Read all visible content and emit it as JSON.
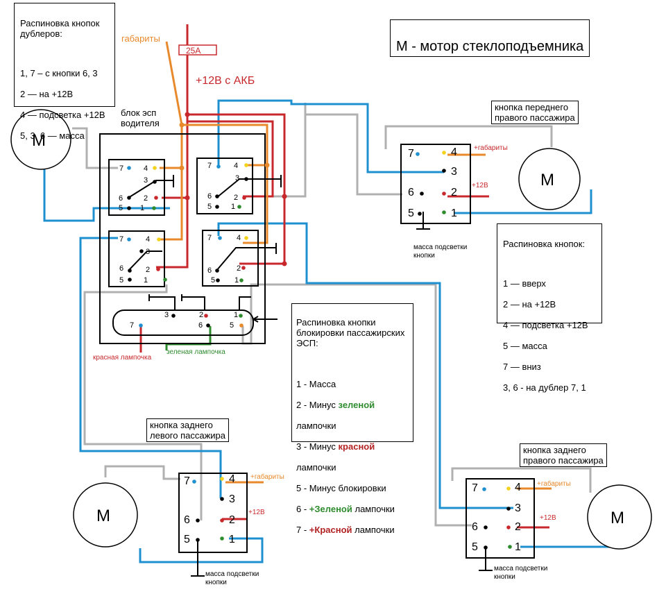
{
  "dubler_pinout": {
    "title": "Распиновка кнопок\nдублеров:",
    "lines": [
      "1, 7 – с кнопки 6, 3",
      "2 — на +12В",
      "4 — подсветка +12В",
      "5, 3, 6  — масса"
    ]
  },
  "title": "М - мотор стеклоподъемника",
  "fuse_label": "25А",
  "labels": {
    "gabarity": "габариты",
    "akb": "+12В с АКБ",
    "driver_block": "блок эсп\nводителя",
    "front_right": "кнопка переднего\nправого пассажира",
    "rear_left": "кнопка заднего\nлевого пассажира",
    "rear_right": "кнопка заднего\nправого пассажира",
    "plus_gabarity": "+габариты",
    "plus_12v": "+12В",
    "mass_backlight": "масса подсветки\nкнопки",
    "red_lamp": "красная лампочка",
    "green_lamp": "зеленая лампочка"
  },
  "motor_label": "М",
  "pin_numbers": [
    "1",
    "2",
    "3",
    "4",
    "5",
    "6",
    "7"
  ],
  "button_pinout": {
    "title": "Распиновка кнопок:",
    "lines": [
      "1 — вверх",
      "2 — на +12В",
      "4 — подсветка +12В",
      "5 — масса",
      "7 — вниз",
      "3, 6 -  на дублер 7, 1"
    ]
  },
  "lock_pinout": {
    "title": "Распиновка кнопки\nблокировки пассажирских\nЭСП:",
    "l1": "1 - Масса",
    "l2a": "2 - Минус ",
    "l2b": "зеленой",
    "l2c": "лампочки",
    "l3a": "3 - Минус ",
    "l3b": "красной",
    "l3c": "лампочки",
    "l5": "5 - Минус блокировки",
    "l6a": "6 - ",
    "l6b": "+Зеленой",
    "l6c": " лампочки",
    "l7a": "7 - ",
    "l7b": "+Красной",
    "l7c": " лампочки"
  },
  "colors": {
    "blue": "#1e90d0",
    "red": "#c8282c",
    "orange": "#e8892b",
    "green": "#2e8b2e",
    "grey": "#b0b0b0",
    "yellow": "#f2d21b"
  }
}
